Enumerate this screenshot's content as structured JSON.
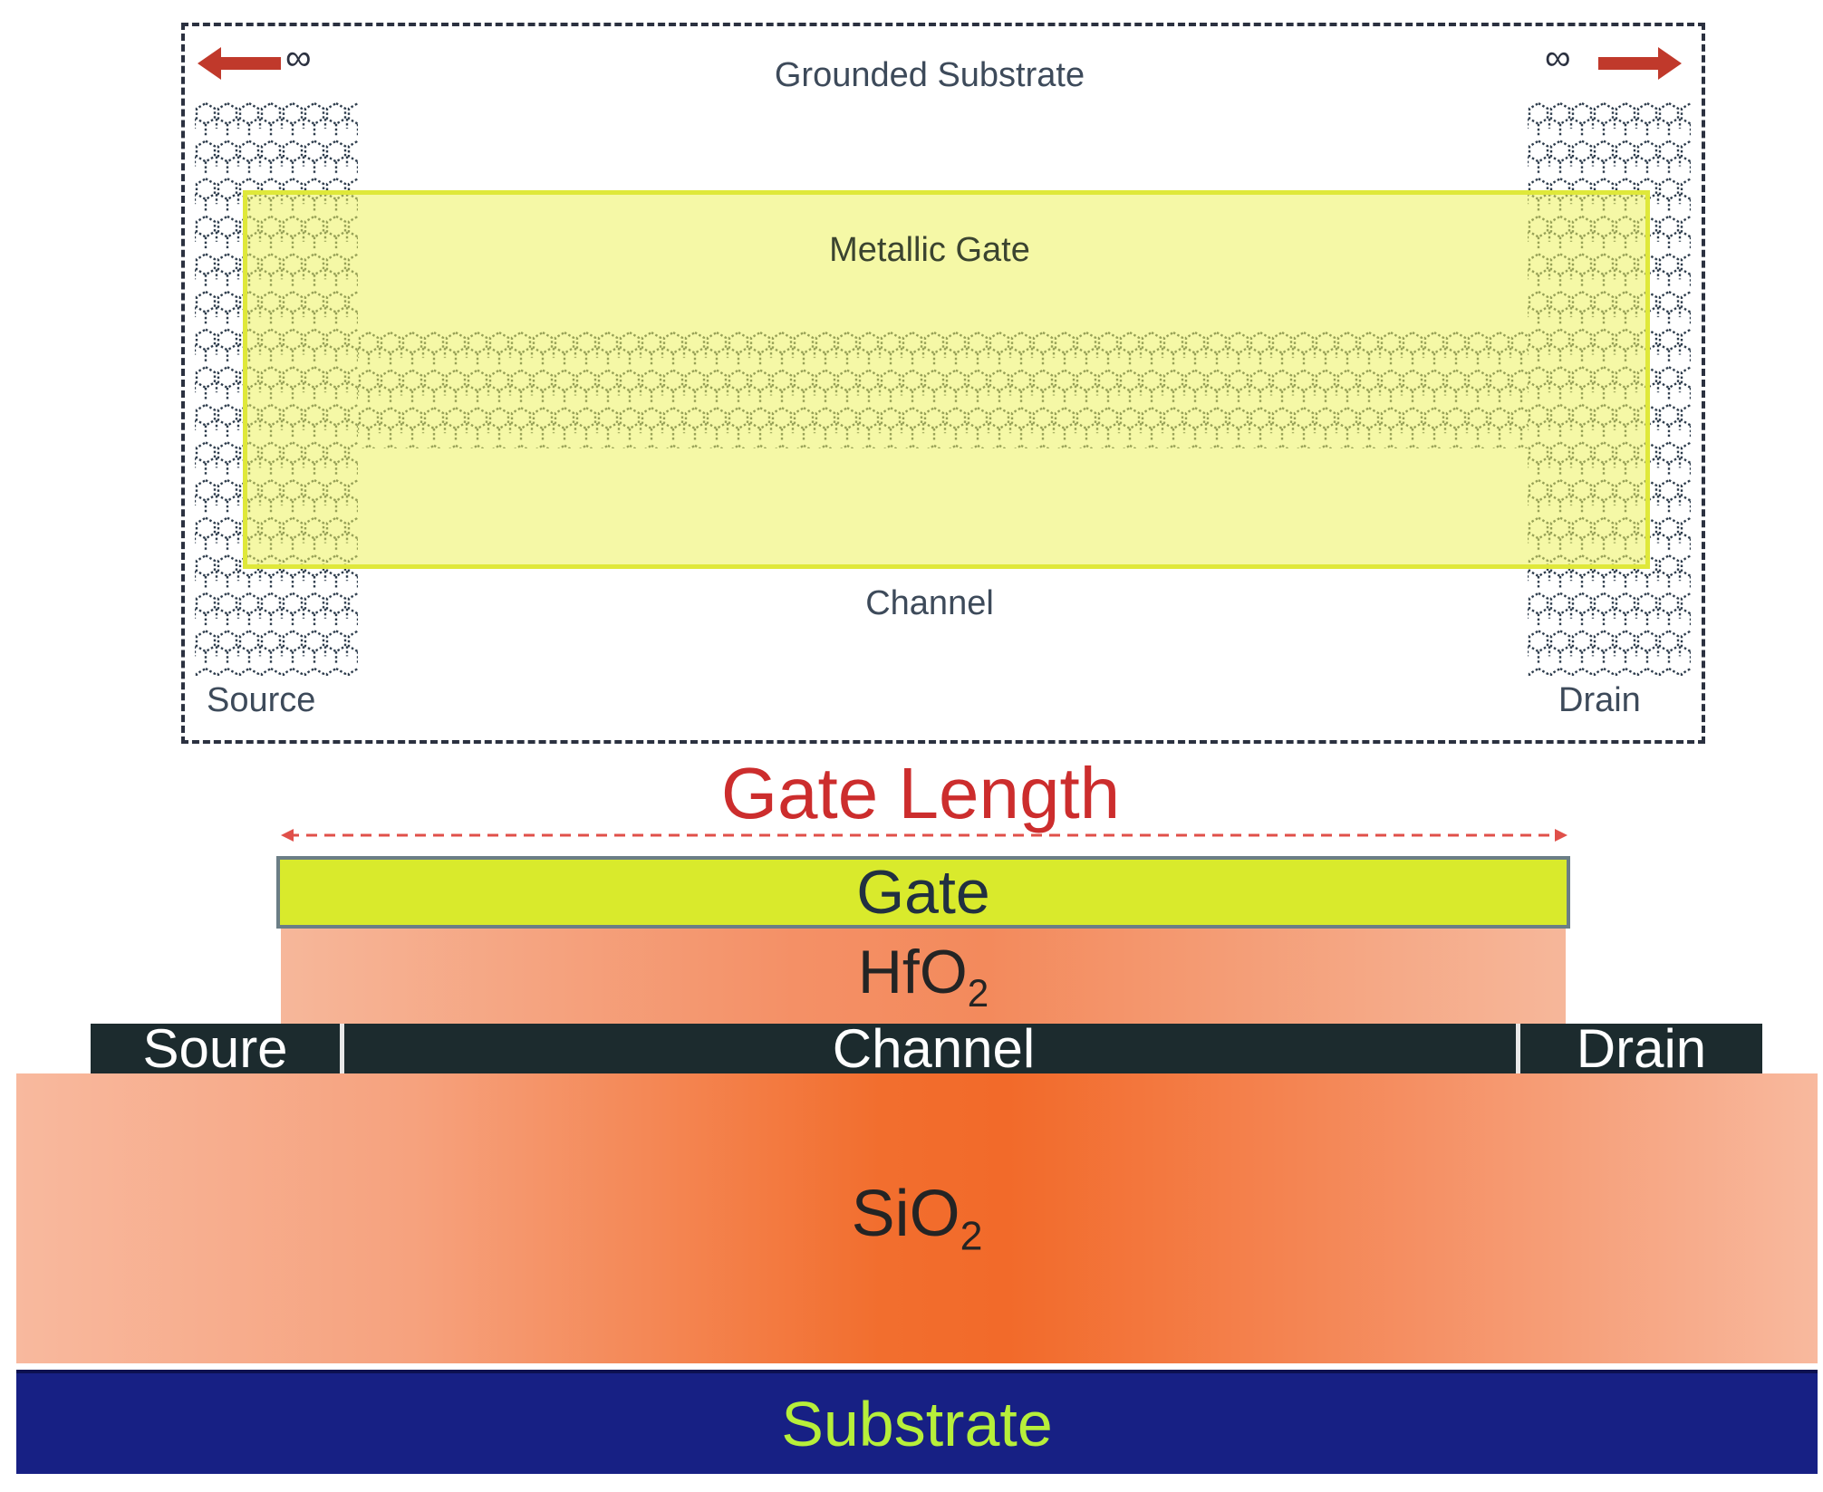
{
  "top_view": {
    "grounded_substrate": "Grounded Substrate",
    "metallic_gate": "Metallic Gate",
    "channel": "Channel",
    "source": "Source",
    "drain": "Drain",
    "infinity_symbol": "∞"
  },
  "cross_section": {
    "gate_length": "Gate Length",
    "gate": "Gate",
    "hfo2": "HfO",
    "hfo2_sub": "2",
    "source": "Soure",
    "channel": "Channel",
    "drain": "Drain",
    "sio2": "SiO",
    "sio2_sub": "2",
    "substrate": "Substrate"
  },
  "colors": {
    "gate_length_text": "#cc2d2d",
    "gate_fill": "#d9ea2c",
    "substrate_fill": "#172084",
    "substrate_text": "#b7ef3a",
    "arrow": "#c0392b"
  }
}
